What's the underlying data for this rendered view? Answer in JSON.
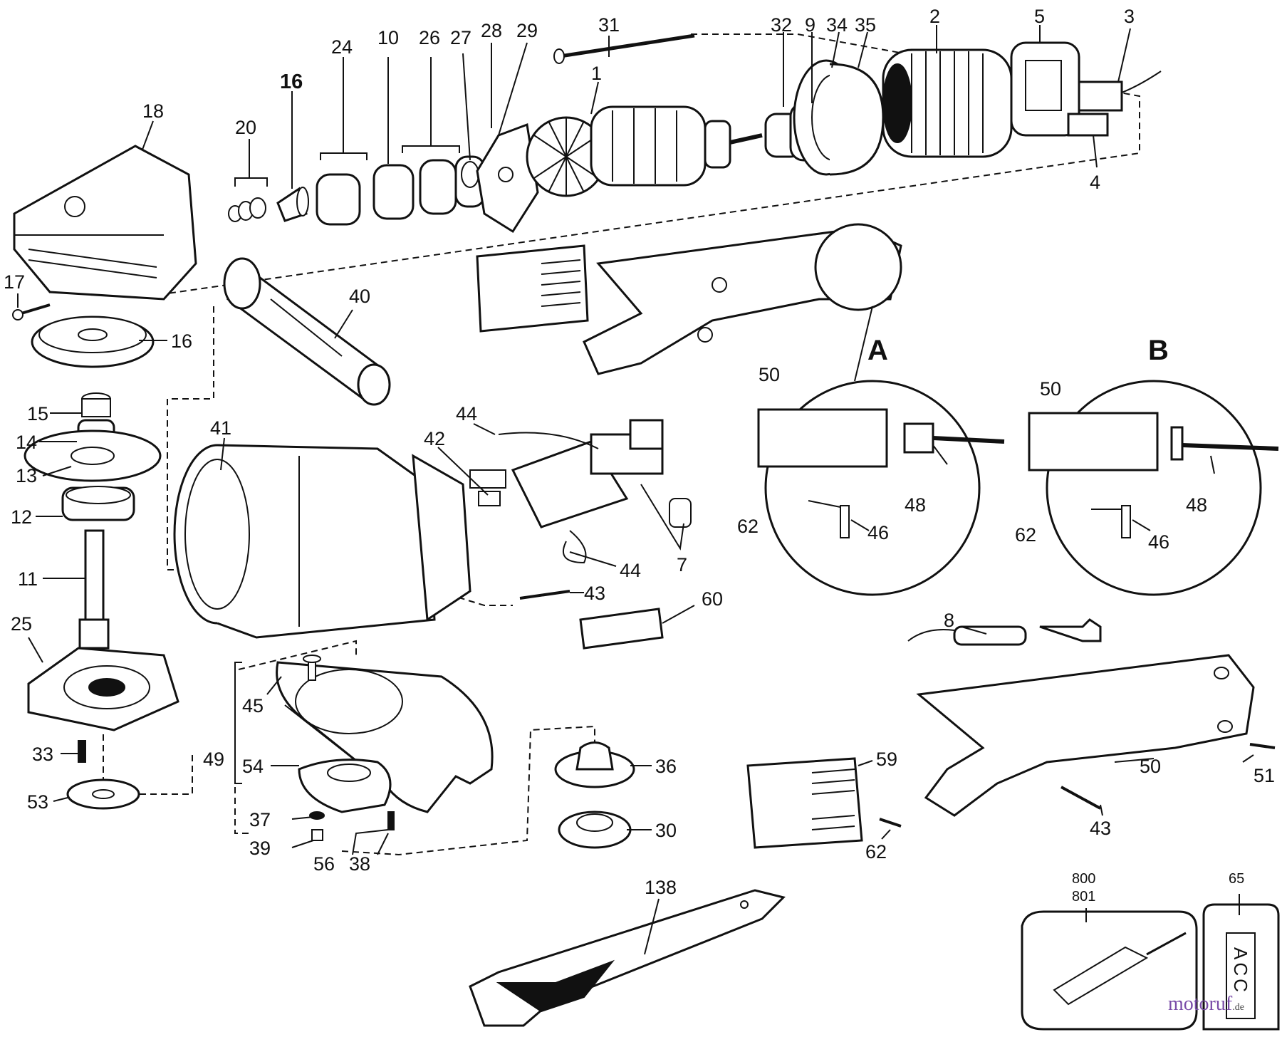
{
  "callouts": {
    "c1": "1",
    "c2": "2",
    "c3": "3",
    "c4": "4",
    "c5": "5",
    "c7": "7",
    "c8": "8",
    "c9": "9",
    "c10": "10",
    "c11": "11",
    "c12": "12",
    "c13": "13",
    "c14": "14",
    "c15": "15",
    "c16a": "16",
    "c16b": "16",
    "c17": "17",
    "c18": "18",
    "c20": "20",
    "c24": "24",
    "c25": "25",
    "c26": "26",
    "c27": "27",
    "c28": "28",
    "c29": "29",
    "c30": "30",
    "c31": "31",
    "c32": "32",
    "c33": "33",
    "c34": "34",
    "c35": "35",
    "c36": "36",
    "c37": "37",
    "c38": "38",
    "c39": "39",
    "c40": "40",
    "c41": "41",
    "c42": "42",
    "c43a": "43",
    "c43b": "43",
    "c44a": "44",
    "c44b": "44",
    "c45": "45",
    "c49": "49",
    "c50a": "50",
    "c50b": "50",
    "c50c": "50",
    "c51": "51",
    "c53": "53",
    "c54": "54",
    "c56": "56",
    "c59": "59",
    "c60": "60",
    "c62c": "62",
    "c65": "65",
    "c138": "138",
    "c800": "800",
    "c801": "801"
  },
  "detail_a": {
    "title": "A",
    "c50": "50",
    "c48": "48",
    "c62": "62",
    "c46": "46"
  },
  "detail_b": {
    "title": "B",
    "c50": "50",
    "c48": "48",
    "c62": "62",
    "c46": "46"
  },
  "acc_box": {
    "text": "ACC"
  },
  "watermark": {
    "text": "motoruf",
    "suffix": ".de"
  }
}
